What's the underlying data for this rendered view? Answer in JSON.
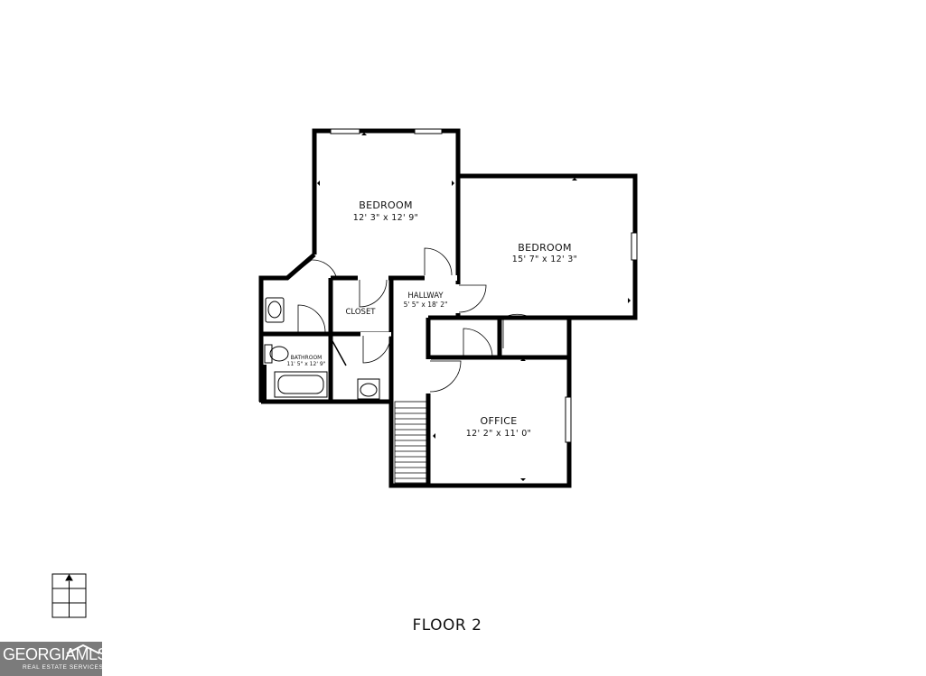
{
  "rooms": [
    {
      "id": "bedroom-1",
      "name": "BEDROOM",
      "dims": "12' 3\" x 12' 9\""
    },
    {
      "id": "bedroom-2",
      "name": "BEDROOM",
      "dims": "15' 7\" x 12' 3\""
    },
    {
      "id": "hallway",
      "name": "HALLWAY",
      "dims": "5' 5\" x 18' 2\""
    },
    {
      "id": "closet",
      "name": "CLOSET",
      "dims": ""
    },
    {
      "id": "bathroom",
      "name": "BATHROOM",
      "dims": "11' 5\" x 12' 9\""
    },
    {
      "id": "office",
      "name": "OFFICE",
      "dims": "12' 2\" x 11' 0\""
    }
  ],
  "floor_label": "FLOOR 2",
  "logo": {
    "main": "GEORGIAMLS",
    "sub": "REAL ESTATE SERVICES"
  },
  "colors": {
    "wall": "#000000",
    "background": "#ffffff",
    "logo_bg": "#7b7b7b"
  }
}
